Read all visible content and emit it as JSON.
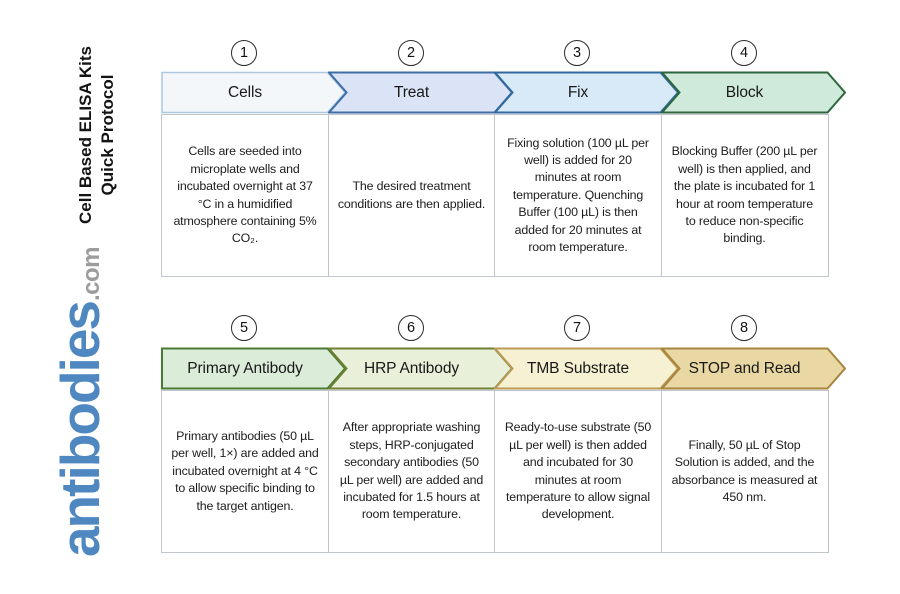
{
  "sidebar": {
    "title_line1": "Cell Based ELISA Kits",
    "title_line2": "Quick Protocol",
    "logo_text": "antibodies",
    "logo_suffix": ".com",
    "logo_color": "#4f88c1",
    "logo_suffix_color": "#9c9c9c"
  },
  "rows": [
    {
      "steps": [
        {
          "number": "1",
          "label": "Cells",
          "description": "Cells are seeded into microplate wells and incubated overnight at 37 °C in a humidified atmosphere containing 5% CO₂.",
          "fill": "#f3f7fa",
          "stroke": "#aec8dd"
        },
        {
          "number": "2",
          "label": "Treat",
          "description": "The desired treatment conditions are then applied.",
          "fill": "#dbe4f6",
          "stroke": "#3f6da6"
        },
        {
          "number": "3",
          "label": "Fix",
          "description": "Fixing solution (100 µL per well) is added for 20 minutes at room temperature. Quenching Buffer (100 µL) is then added for 20 minutes at room temperature.",
          "fill": "#d8e9f8",
          "stroke": "#30689f"
        },
        {
          "number": "4",
          "label": "Block",
          "description": "Blocking Buffer (200 µL per well) is then applied, and the plate is incubated for 1 hour at room temperature to reduce non-specific binding.",
          "fill": "#cfeada",
          "stroke": "#2e663e"
        }
      ]
    },
    {
      "steps": [
        {
          "number": "5",
          "label": "Primary Antibody",
          "description": "Primary antibodies (50 µL per well, 1×) are added and incubated overnight at 4 °C to allow specific binding to the target antigen.",
          "fill": "#dbecd9",
          "stroke": "#487a31"
        },
        {
          "number": "6",
          "label": "HRP Antibody",
          "description": "After appropriate washing steps, HRP-conjugated secondary antibodies (50 µL per well) are added and incubated for 1.5 hours at room temperature.",
          "fill": "#e9f0d9",
          "stroke": "#6f7f33"
        },
        {
          "number": "7",
          "label": "TMB Substrate",
          "description": "Ready-to-use substrate (50 µL per well) is then added and incubated for 30 minutes at room temperature to allow signal development.",
          "fill": "#f6f1d3",
          "stroke": "#bb9a55"
        },
        {
          "number": "8",
          "label": "STOP and Read",
          "description": "Finally, 50 µL of Stop Solution is added, and the absorbance is measured at 450 nm.",
          "fill": "#e9d8a4",
          "stroke": "#a8853e"
        }
      ]
    }
  ]
}
